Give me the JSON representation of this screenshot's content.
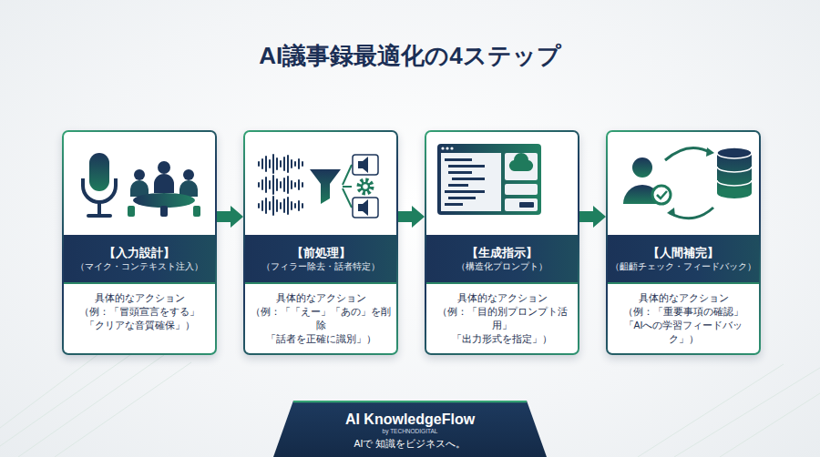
{
  "diagram": {
    "title": "AI議事録最適化の4ステップ",
    "nodes": [
      {
        "text": [
          "【入力設計】",
          "（マイク・コンテキスト注入）",
          "具体的なアクション （例：「冒頭宣言をする」 「クリアな音質確保」）"
        ]
      },
      {
        "text": [
          "【前処理】",
          "（フィラー除去・話者特定）",
          "具体的なアクション （例：「「えー」「あの」を削除 「話者を正確に識別」）"
        ]
      },
      {
        "text": [
          "【生成指示】",
          "（構造化プロンプト）",
          "具体的なアクション （例：「目的別プロンプト活用」 「出力形式を指定」）"
        ]
      },
      {
        "text": [
          "【人間補完】",
          "（齟齬チェック・フィードバック）",
          "具体的なアクション （例：「重要事項の確認」 「AIへの学習フィードバック」）"
        ]
      },
      {
        "text": [
          "AI KnowledgeFlow",
          "by TECHNODIGITAL",
          "AIで 知識をビジネスへ。"
        ]
      }
    ],
    "edges": [
      {
        "from": 0,
        "to": 1,
        "arrow": "to"
      },
      {
        "from": 1,
        "to": 2,
        "arrow": "to"
      },
      {
        "from": 2,
        "to": 3,
        "arrow": "to"
      }
    ]
  }
}
